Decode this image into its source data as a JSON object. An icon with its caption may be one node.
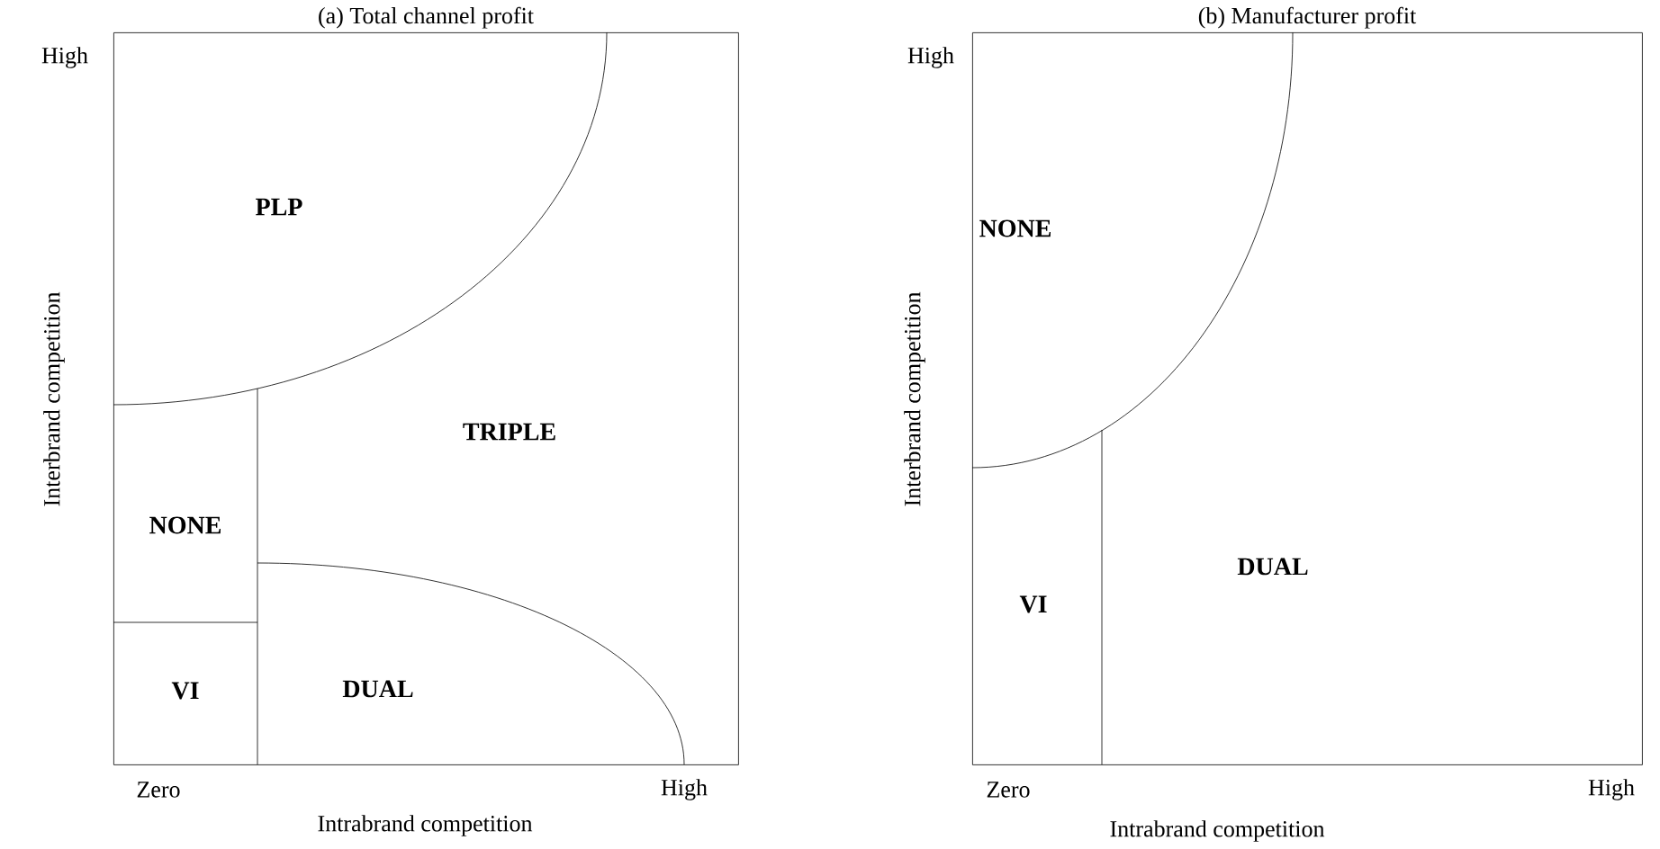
{
  "diagram": {
    "nodes": [
      {
        "text": [
          "(a) Total channel profit"
        ]
      },
      {
        "text": [
          "PLP"
        ],
        "in": 0
      },
      {
        "text": [
          "TRIPLE"
        ],
        "in": 0
      },
      {
        "text": [
          "NONE"
        ],
        "in": 0
      },
      {
        "text": [
          "VI"
        ],
        "in": 0
      },
      {
        "text": [
          "DUAL"
        ],
        "in": 0
      },
      {
        "text": [
          "(b) Manufacturer profit"
        ]
      },
      {
        "text": [
          "NONE"
        ],
        "in": 6
      },
      {
        "text": [
          "VI"
        ],
        "in": 6
      },
      {
        "text": [
          "DUAL"
        ],
        "in": 6
      }
    ],
    "labels": [
      "High",
      "Interbrand competition",
      "Zero",
      "High",
      "Intrabrand competition",
      "High",
      "Interbrand competition",
      "Zero",
      "High",
      "Intrabrand competition"
    ]
  }
}
